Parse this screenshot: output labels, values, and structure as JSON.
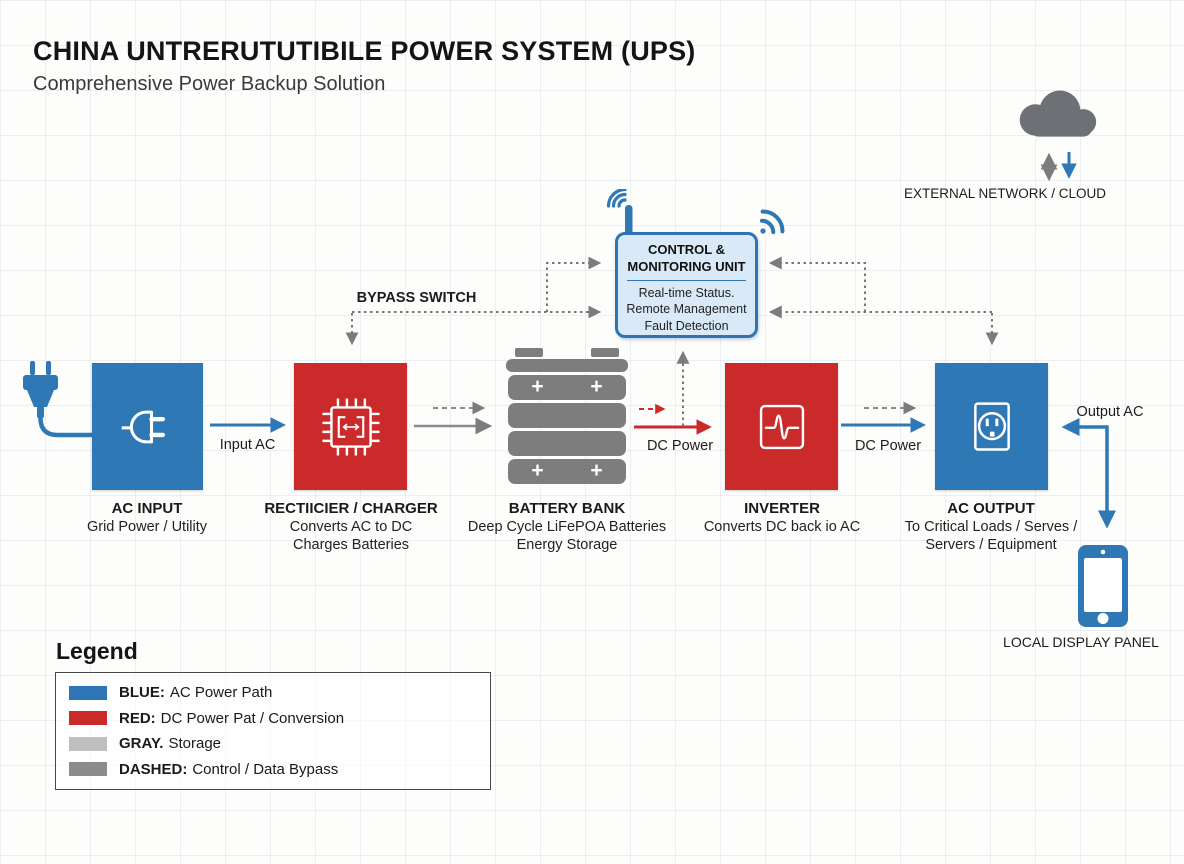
{
  "header": {
    "title": "CHINA UNTRERUTUTIBILE POWER SYSTEM (UPS)",
    "subtitle": "Comprehensive Power Backup Solution"
  },
  "colors": {
    "blue": "#2e78b5",
    "red": "#cb2a2a",
    "battery_gray": "#7d7d7d",
    "dashed_gray": "#777777",
    "control_fill": "#d9e9f8",
    "control_border": "#2e75b6",
    "cloud_gray": "#6d7175"
  },
  "cloud": {
    "label": "EXTERNAL NETWORK / CLOUD"
  },
  "control_unit": {
    "title_line1": "CONTROL &",
    "title_line2": "MONITORING UNIT",
    "lines": [
      "Real-time Status.",
      "Remote Management",
      "Fault Detection"
    ]
  },
  "bypass": {
    "label": "BYPASS SWITCH"
  },
  "nodes": [
    {
      "name": "AC INPUT",
      "desc1": "Grid Power / Utility",
      "desc2": ""
    },
    {
      "name": "RECTIICIER / CHARGER",
      "desc1": "Converts AC to DC",
      "desc2": "Charges Batteries"
    },
    {
      "name": "BATTERY BANK",
      "desc1": "Deep Cycle LiFePOA Batteries",
      "desc2": "Energy Storage"
    },
    {
      "name": "INVERTER",
      "desc1": "Converts DC back io AC",
      "desc2": ""
    },
    {
      "name": "AC OUTPUT",
      "desc1": "To Critical Loads / Serves /",
      "desc2": "Servers / Equipment"
    }
  ],
  "battery": {
    "plus": "+"
  },
  "flow_labels": {
    "input_ac": "Input AC",
    "dc_power_battery": "DC Power",
    "dc_power_output": "DC Power",
    "output_ac": "Output AC"
  },
  "display_panel": {
    "label": "LOCAL DISPLAY PANEL"
  },
  "legend": {
    "title": "Legend",
    "items": [
      {
        "key": "BLUE:",
        "text": "AC Power Path",
        "swatch": "#2e75b6"
      },
      {
        "key": "RED:",
        "text": "DC Power Pat / Conversion",
        "swatch": "#cb2a2a"
      },
      {
        "key": "GRAY.",
        "text": "Storage",
        "swatch": "#bfbfbf"
      },
      {
        "key": "DASHED:",
        "text": "Control / Data Bypass",
        "swatch": "#8c8c8c"
      }
    ]
  }
}
